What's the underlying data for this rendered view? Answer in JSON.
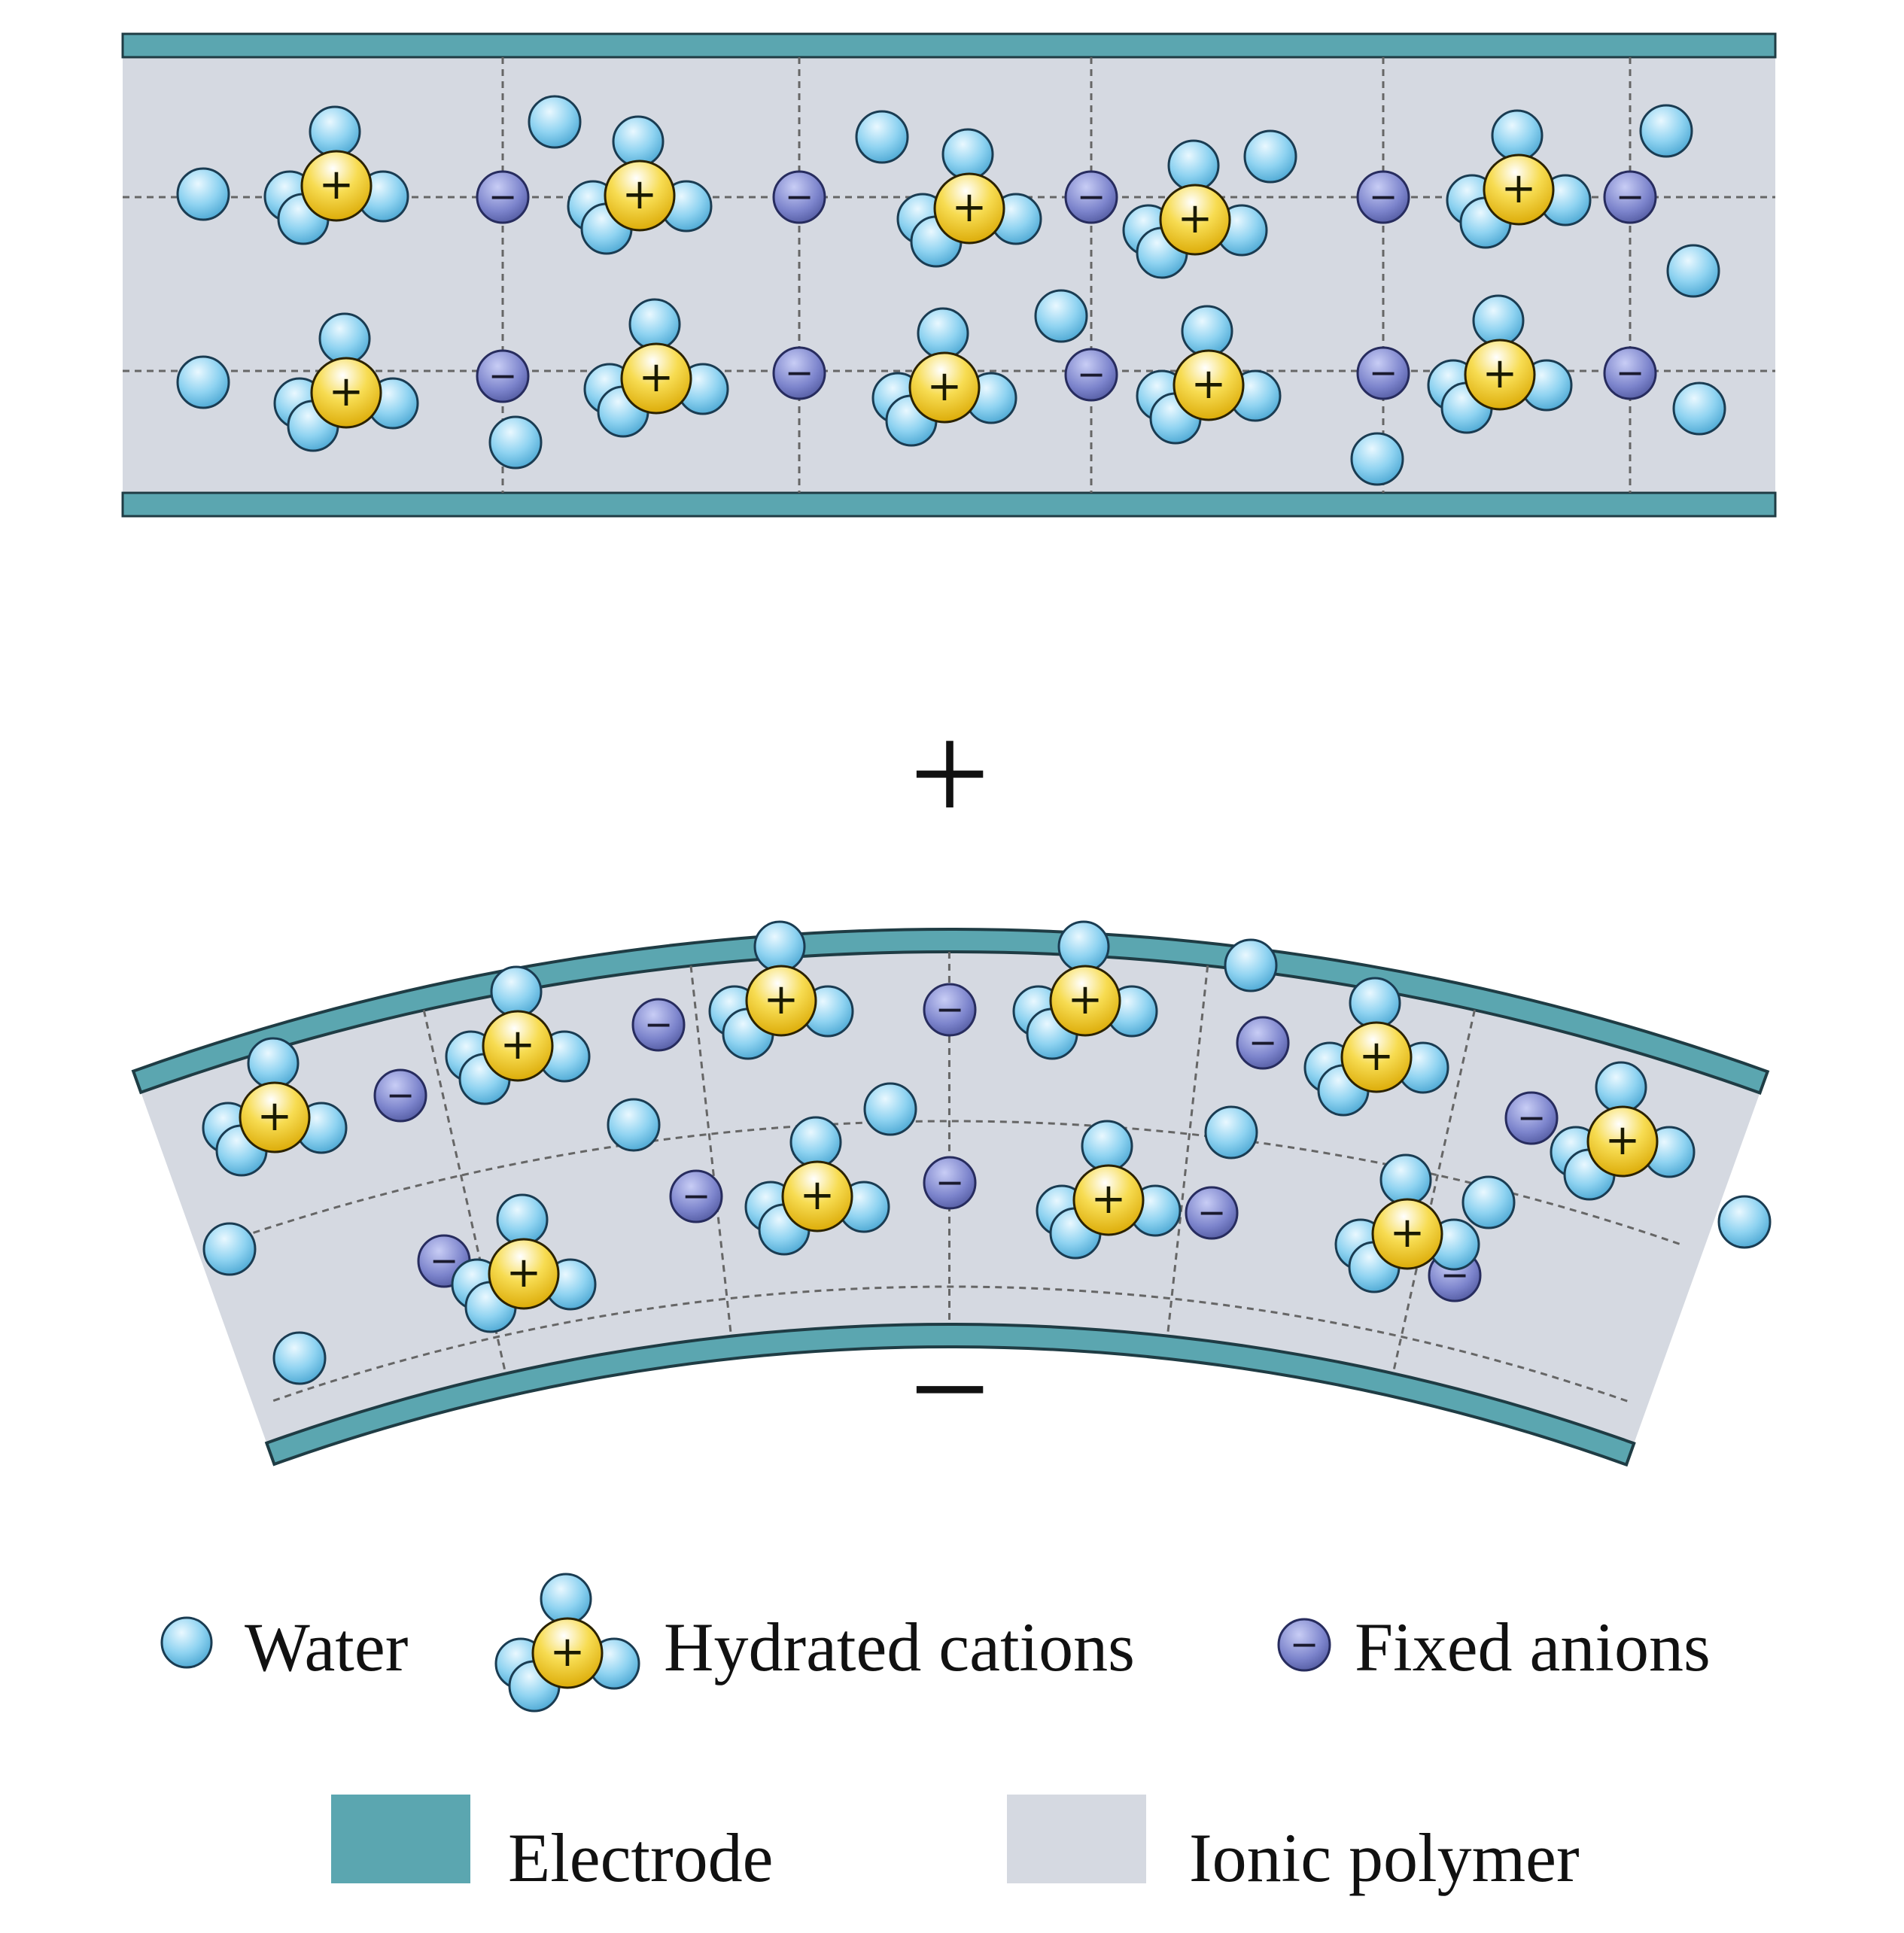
{
  "diagram": {
    "polarity": {
      "top": "+",
      "bottom": "−"
    },
    "legend": {
      "water": "Water",
      "hydrated_cations": "Hydrated cations",
      "fixed_anions": "Fixed anions",
      "electrode": "Electrode",
      "ionic_polymer": "Ionic polymer"
    },
    "symbols": {
      "cation": "+",
      "anion": "−"
    },
    "colors": {
      "electrode": "#5BA6B0",
      "electrode_outline": "#1f3c44",
      "ionic_polymer": "#D5D9E1",
      "water": "#8ED3EF",
      "cation": "#F2C318",
      "anion": "#7A80C8",
      "mesh_line": "#666666"
    },
    "icons": [
      "water-molecule-icon",
      "hydrated-cation-icon",
      "fixed-anion-icon"
    ]
  }
}
